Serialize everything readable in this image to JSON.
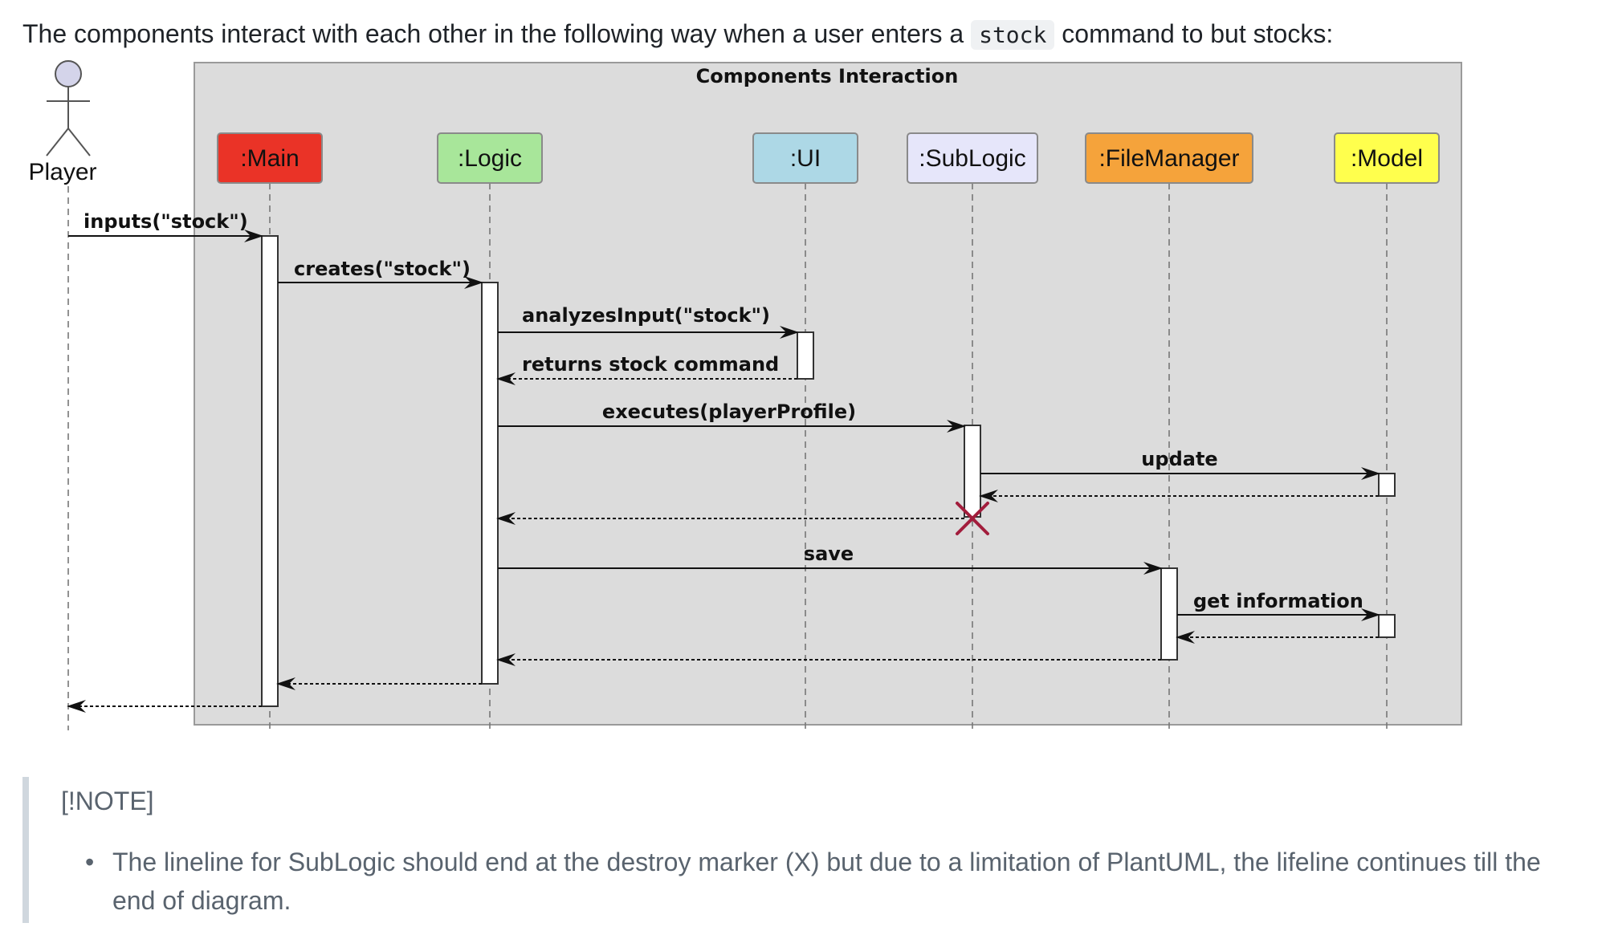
{
  "intro": {
    "before": "The components interact with each other in the following way when a user enters a",
    "code": "stock",
    "after": "command to but stocks:"
  },
  "diagram": {
    "group_title": "Components Interaction",
    "actor": "Player",
    "participants": [
      {
        "id": "main",
        "label": ":Main",
        "color": "#ea3327"
      },
      {
        "id": "logic",
        "label": ":Logic",
        "color": "#a8e69a"
      },
      {
        "id": "ui",
        "label": ":UI",
        "color": "#add8e6"
      },
      {
        "id": "sublogic",
        "label": ":SubLogic",
        "color": "#e6e6fa"
      },
      {
        "id": "filemanager",
        "label": ":FileManager",
        "color": "#f5a33b"
      },
      {
        "id": "model",
        "label": ":Model",
        "color": "#ffff4d"
      }
    ],
    "messages": [
      {
        "from": "player",
        "to": "main",
        "label": "inputs(\"stock\")",
        "type": "sync"
      },
      {
        "from": "main",
        "to": "logic",
        "label": "creates(\"stock\")",
        "type": "sync"
      },
      {
        "from": "logic",
        "to": "ui",
        "label": "analyzesInput(\"stock\")",
        "type": "sync"
      },
      {
        "from": "ui",
        "to": "logic",
        "label": "returns stock command",
        "type": "return"
      },
      {
        "from": "logic",
        "to": "sublogic",
        "label": "executes(playerProfile)",
        "type": "sync"
      },
      {
        "from": "sublogic",
        "to": "model",
        "label": "update",
        "type": "sync"
      },
      {
        "from": "model",
        "to": "sublogic",
        "label": "",
        "type": "return"
      },
      {
        "from": "sublogic",
        "to": "logic",
        "label": "",
        "type": "return"
      },
      {
        "from": "logic",
        "to": "filemanager",
        "label": "save",
        "type": "sync"
      },
      {
        "from": "filemanager",
        "to": "model",
        "label": "get information",
        "type": "sync"
      },
      {
        "from": "model",
        "to": "filemanager",
        "label": "",
        "type": "return"
      },
      {
        "from": "filemanager",
        "to": "logic",
        "label": "",
        "type": "return"
      },
      {
        "from": "logic",
        "to": "main",
        "label": "",
        "type": "return"
      },
      {
        "from": "main",
        "to": "player",
        "label": "",
        "type": "return"
      }
    ],
    "destroy": {
      "participant": "sublogic",
      "marker": "×",
      "color": "#a21d3c"
    }
  },
  "note": {
    "title": "[!NOTE]",
    "items": [
      "The lineline for SubLogic should end at the destroy marker (X) but due to a limitation of PlantUML, the lifeline continues till the end of diagram."
    ]
  }
}
